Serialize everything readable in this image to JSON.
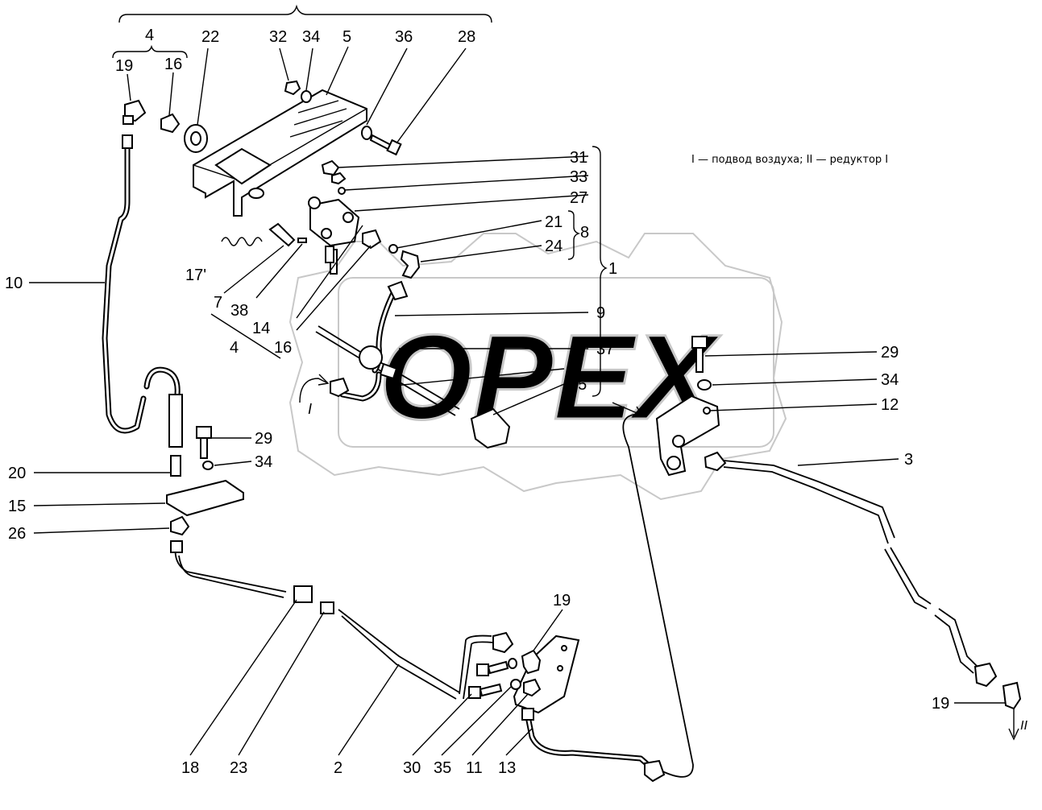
{
  "caption": "I — подвод воздуха; II — редуктор I",
  "flow_marks": {
    "inlet": "I",
    "outlet": "II"
  },
  "watermark": "OPEX",
  "group_labels": {
    "group4_top": "4",
    "group4_bottom": "4",
    "group1": "1",
    "group8": "8"
  },
  "labels": {
    "l19a": "19",
    "l16": "16",
    "l22": "22",
    "l32": "32",
    "l34a": "34",
    "l5": "5",
    "l36": "36",
    "l28": "28",
    "l31": "31",
    "l33": "33",
    "l27": "27",
    "l21": "21",
    "l24": "24",
    "l17": "17'",
    "l7": "7",
    "l38": "38",
    "l14": "14",
    "l16b": "16",
    "l10": "10",
    "l9": "9",
    "l37": "37",
    "l6": "6",
    "l25": "25",
    "l29a": "29",
    "l34b": "34",
    "l12": "12",
    "l3": "3",
    "l29b": "29",
    "l34c": "34",
    "l20": "20",
    "l15": "15",
    "l26": "26",
    "l19b": "19",
    "l19c": "19",
    "l18": "18",
    "l23": "23",
    "l2": "2",
    "l30": "30",
    "l35": "35",
    "l11": "11",
    "l13": "13"
  },
  "colors": {
    "ink": "#000000",
    "paper": "#ffffff",
    "watermark": "#c8c8c8"
  }
}
